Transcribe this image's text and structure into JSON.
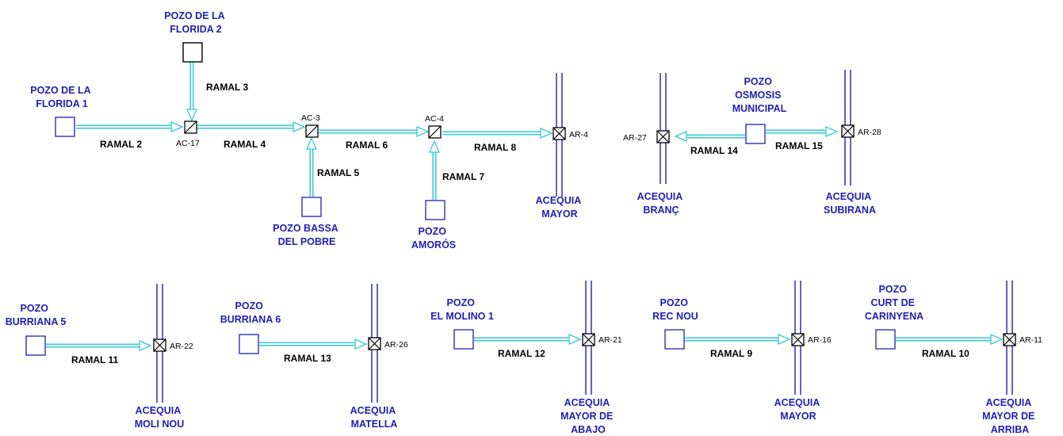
{
  "wells": {
    "florida_1": [
      "POZO DE LA",
      "FLORIDA 1"
    ],
    "florida_2": [
      "POZO DE LA",
      "FLORIDA 2"
    ],
    "bassa_del_pobre": [
      "POZO BASSA",
      "DEL POBRE"
    ],
    "amoros": [
      "POZO",
      "AMORÓS"
    ],
    "osmosis": [
      "POZO",
      "OSMOSIS",
      "MUNICIPAL"
    ],
    "burriana_5": [
      "POZO",
      "BURRIANA 5"
    ],
    "burriana_6": [
      "POZO",
      "BURRIANA 6"
    ],
    "el_molino_1": [
      "POZO",
      "EL MOLINO 1"
    ],
    "rec_nou": [
      "POZO",
      "REC NOU"
    ],
    "curt_de_carinyena": [
      "POZO",
      "CURT DE",
      "CARINYENA"
    ]
  },
  "canals": {
    "mayor_top": [
      "ACEQUIA",
      "MAYOR"
    ],
    "branc": [
      "ACEQUIA",
      "BRANÇ"
    ],
    "subirana": [
      "ACEQUIA",
      "SUBIRANA"
    ],
    "moli_nou": [
      "ACEQUIA",
      "MOLI NOU"
    ],
    "matella": [
      "ACEQUIA",
      "MATELLA"
    ],
    "mayor_de_abajo": [
      "ACEQUIA",
      "MAYOR  DE",
      "ABAJO"
    ],
    "mayor_bottom": [
      "ACEQUIA",
      "MAYOR"
    ],
    "mayor_de_arriba": [
      "ACEQUIA",
      "MAYOR DE",
      "ARRIBA"
    ]
  },
  "nodes": {
    "ac17": "AC-17",
    "ac3": "AC-3",
    "ac4": "AC-4",
    "ar4": "AR-4",
    "ar27": "AR-27",
    "ar28": "AR-28",
    "ar22": "AR-22",
    "ar26": "AR-26",
    "ar21": "AR-21",
    "ar16": "AR-16",
    "ar11": "AR-11"
  },
  "branches": {
    "ramal_2": "RAMAL 2",
    "ramal_3": "RAMAL 3",
    "ramal_4": "RAMAL 4",
    "ramal_5": "RAMAL 5",
    "ramal_6": "RAMAL 6",
    "ramal_7": "RAMAL 7",
    "ramal_8": "RAMAL 8",
    "ramal_14": "RAMAL 14",
    "ramal_15": "RAMAL 15",
    "ramal_11": "RAMAL 11",
    "ramal_13": "RAMAL 13",
    "ramal_12": "RAMAL 12",
    "ramal_9": "RAMAL 9",
    "ramal_10": "RAMAL 10"
  },
  "colors": {
    "label_blue": "#1f1fb0",
    "pipe_cyan": "#36c8d8",
    "node_black": "#000000"
  }
}
